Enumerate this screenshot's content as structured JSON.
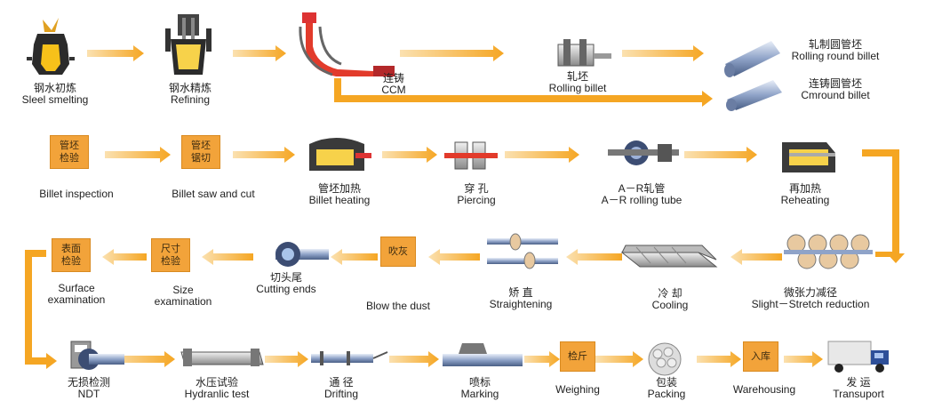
{
  "row1": {
    "steel_smelting": {
      "zh": "钢水初炼",
      "en": "Sleel smelting"
    },
    "refining": {
      "zh": "钢水精炼",
      "en": "Refining"
    },
    "ccm": {
      "zh": "连铸",
      "en": "CCM"
    },
    "rolling_billet": {
      "zh": "轧坯",
      "en": "Rolling billet"
    },
    "rolling_round_billet": {
      "zh": "轧制圆管坯",
      "en": "Rolling round billet"
    },
    "cmround_billet": {
      "zh": "连铸圆管坯",
      "en": "Cmround billet"
    }
  },
  "row2": {
    "billet_inspection": {
      "box": "管坯\n检验",
      "en": "Billet inspection"
    },
    "billet_saw": {
      "box": "管坯\n锯切",
      "en": "Billet saw and cut"
    },
    "billet_heating": {
      "zh": "管坯加热",
      "en": "Billet heating"
    },
    "piercing": {
      "zh": "穿 孔",
      "en": "Piercing"
    },
    "ar_rolling": {
      "zh": "A－R轧管",
      "en": "A－R rolling tube"
    },
    "reheating": {
      "zh": "再加热",
      "en": "Reheating"
    }
  },
  "row3": {
    "surface": {
      "box": "表面\n检验",
      "en1": "Surface",
      "en2": "examination"
    },
    "size": {
      "box": "尺寸\n检验",
      "en1": "Size",
      "en2": "examination"
    },
    "cutting_ends": {
      "zh": "切头尾",
      "en": "Cutting ends"
    },
    "blow_dust": {
      "box": "吹灰",
      "en": "Blow the dust"
    },
    "straightening": {
      "zh": "矫 直",
      "en": "Straightening"
    },
    "cooling": {
      "zh": "冷 却",
      "en": "Cooling"
    },
    "sred": {
      "zh": "微张力减径",
      "en": "Slight－Stretch reduction"
    }
  },
  "row4": {
    "ndt": {
      "zh": "无损检测",
      "en": "NDT"
    },
    "hydraulic": {
      "zh": "水压试验",
      "en": "Hydranlic test"
    },
    "drifting": {
      "zh": "通 径",
      "en": "Drifting"
    },
    "marking": {
      "zh": "喷标",
      "en": "Marking"
    },
    "weighing": {
      "box": "检斤",
      "en": "Weighing"
    },
    "packing": {
      "zh": "包装",
      "en": "Packing"
    },
    "warehousing": {
      "box": "入库",
      "en": "Warehousing"
    },
    "transport": {
      "zh": "发 运",
      "en": "Transuport"
    }
  },
  "colors": {
    "arrow": "#f5b041",
    "box": "#f2a33a",
    "steel": "#8fa3c8",
    "dark": "#333333"
  }
}
